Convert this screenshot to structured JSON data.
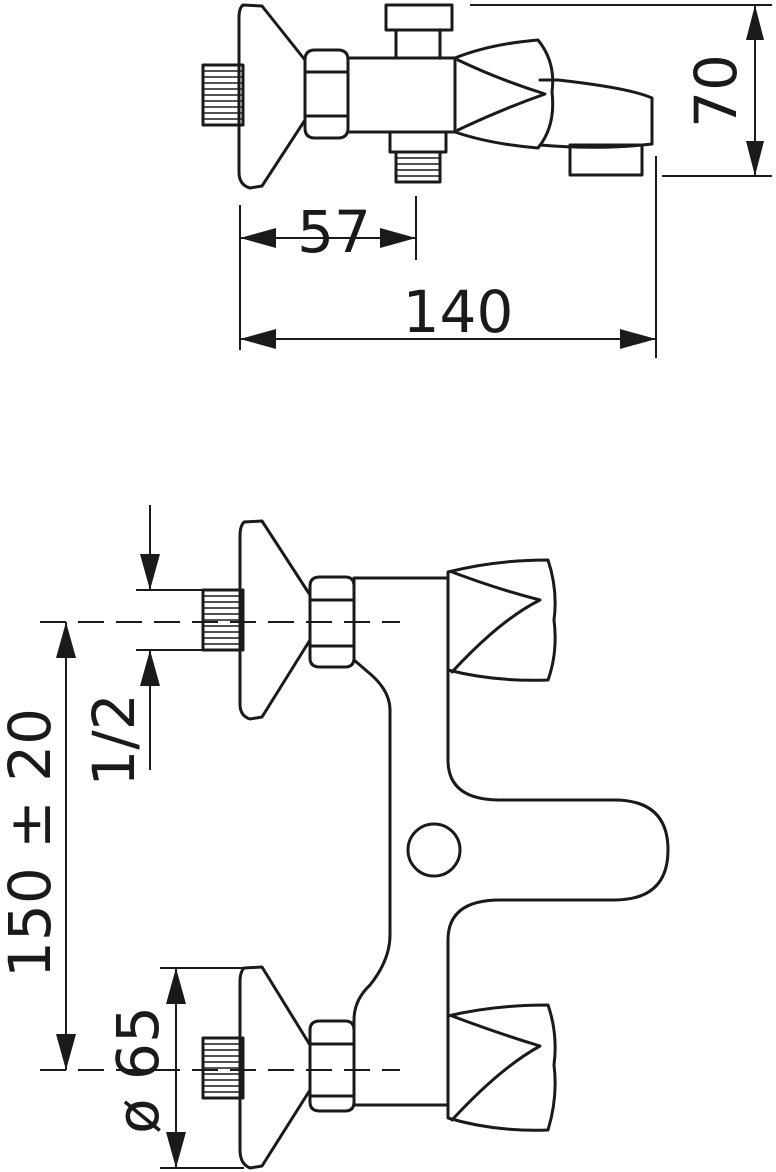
{
  "colors": {
    "ink": "#1a1a1a",
    "background": "#ffffff"
  },
  "side_view": {
    "dim_height": "70",
    "dim_inlet_to_outlet": "57",
    "dim_total_depth": "140"
  },
  "front_view": {
    "dim_thread": "1/2",
    "dim_center_distance": "150 ± 20",
    "dim_rosette_diameter": "ø 65"
  }
}
